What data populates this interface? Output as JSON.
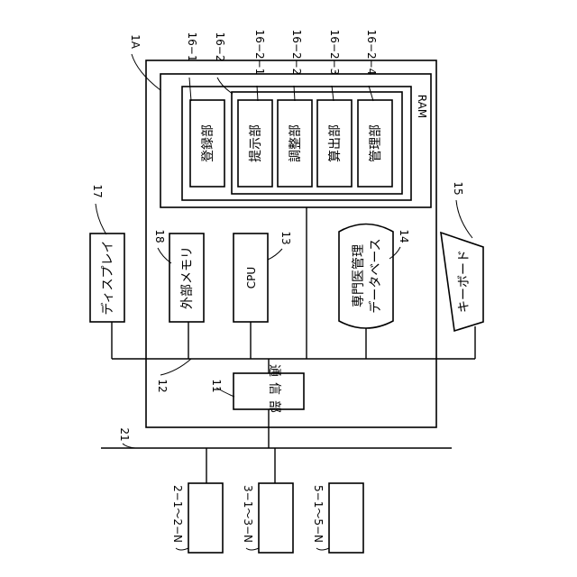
{
  "labels": {
    "main_device": "1A",
    "registration_unit_ref": "16−1",
    "unit_group_ref": "16−2",
    "presentation_unit_ref": "16−2−1",
    "adjustment_unit_ref": "16−2−2",
    "calculation_unit_ref": "16−2−3",
    "management_unit_ref": "16−2−4",
    "ram": "RAM",
    "display_ref": "17",
    "external_memory_ref": "18",
    "cpu_ref": "13",
    "database_ref": "14",
    "keyboard_ref": "15",
    "bus_ref": "12",
    "comm_unit_ref": "11",
    "network_ref": "21",
    "terminal_a_ref": "2−1〜2−N",
    "terminal_b_ref": "3−1〜3−N",
    "terminal_c_ref": "5−1〜5−N"
  },
  "blocks": {
    "registration": "登録部",
    "presentation": "提示部",
    "adjustment": "調整部",
    "calculation": "算出部",
    "management": "管理部",
    "display": "ディスプレイ",
    "external_memory": "外部メモリ",
    "cpu": "CPU",
    "database_line1": "専門医管理",
    "database_line2": "データベース",
    "keyboard": "キーボード",
    "comm_unit": "通信部"
  }
}
